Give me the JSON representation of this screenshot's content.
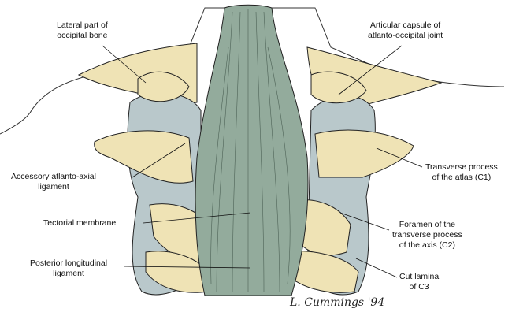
{
  "labels": {
    "occipital": [
      "Lateral part of",
      "occipital bone"
    ],
    "capsule": [
      "Articular capsule of",
      "atlanto-occipital joint"
    ],
    "accessory": [
      "Accessory atlanto-axial",
      "ligament"
    ],
    "transverse_atlas": [
      "Transverse process",
      "of the atlas (C1)"
    ],
    "tectorial": [
      "Tectorial membrane"
    ],
    "foramen": [
      "Foramen of the",
      "transverse process",
      "of the axis (C2)"
    ],
    "posterior": [
      "Posterior longitudinal",
      "ligament"
    ],
    "lamina": [
      "Cut lamina",
      "of C3"
    ]
  },
  "signature": "L. Cummings '94",
  "colors": {
    "bone": "#efe3b5",
    "cartilage": "#b9c8cb",
    "ligament": "#93ab9c",
    "outline": "#222222"
  }
}
